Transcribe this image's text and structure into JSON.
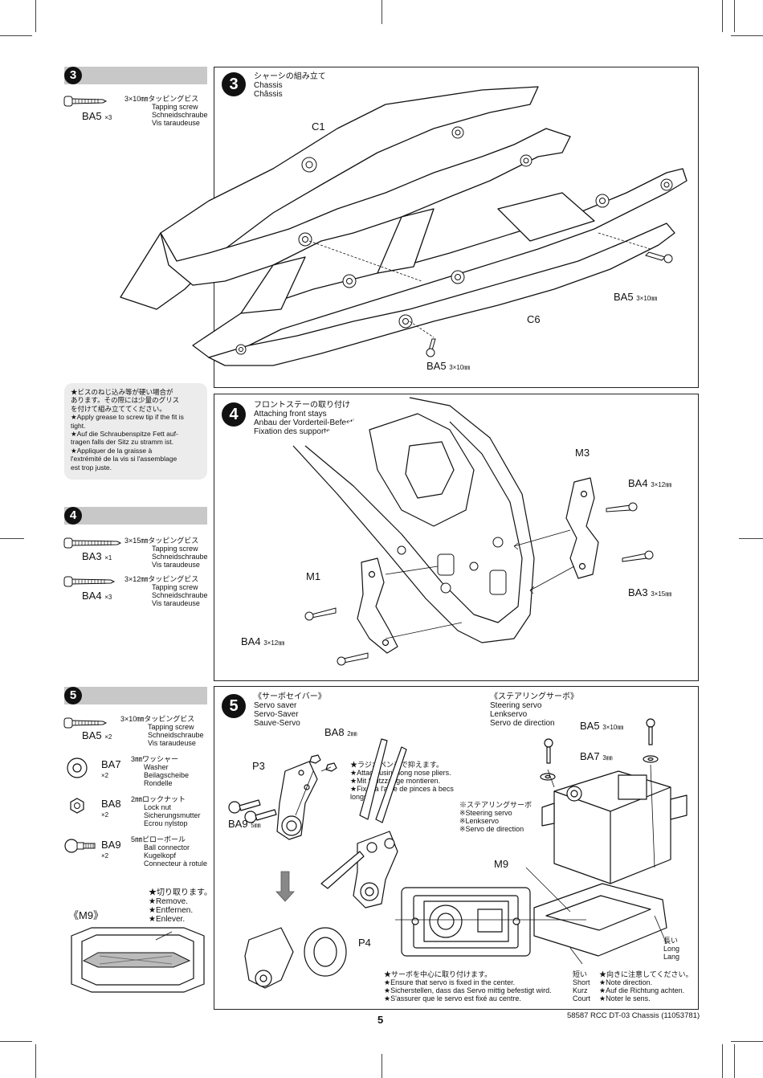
{
  "step3": {
    "num": "3",
    "title_jp": "シャーシの組み立て",
    "title_en": "Chassis",
    "title_fr": "Châssis",
    "part_c1": "C1",
    "part_c6": "C6",
    "callout_right": "BA5",
    "callout_right_size": "3×10㎜",
    "callout_bottom": "BA5",
    "callout_bottom_size": "3×10㎜",
    "bag": {
      "code": "BA5",
      "qty": "×3",
      "size_jp": "3×10㎜タッピングビス",
      "en": "Tapping screw",
      "de": "Schneidschraube",
      "fr": "Vis taraudeuse"
    }
  },
  "grease_note": [
    "★ビスのねじ込み等が硬い場合が",
    "あります。その際には少量のグリス",
    "を付けて組み立ててください。",
    "★Apply grease to screw tip if the fit is",
    "tight.",
    "★Auf die Schraubenspitze Fett auf-",
    "tragen falls der Sitz zu stramm ist.",
    "★Appliquer de la graisse à",
    "l'extrémité de la vis si l'assemblage",
    "est trop juste."
  ],
  "step4": {
    "num": "4",
    "title_jp": "フロントステーの取り付け",
    "title_en": "Attaching front stays",
    "title_de": "Anbau der Vorderteil-Befestigung",
    "title_fr": "Fixation des supports avant",
    "part_m3": "M3",
    "part_m1": "M1",
    "callout_ba4_top": "BA4",
    "callout_ba4_top_size": "3×12㎜",
    "callout_ba3": "BA3",
    "callout_ba3_size": "3×15㎜",
    "callout_ba4_bottom": "BA4",
    "callout_ba4_bottom_size": "3×12㎜",
    "bags": [
      {
        "code": "BA3",
        "qty": "×1",
        "size_jp": "3×15㎜タッピングビス",
        "en": "Tapping screw",
        "de": "Schneidschraube",
        "fr": "Vis taraudeuse"
      },
      {
        "code": "BA4",
        "qty": "×3",
        "size_jp": "3×12㎜タッピングビス",
        "en": "Tapping screw",
        "de": "Schneidschraube",
        "fr": "Vis taraudeuse"
      }
    ]
  },
  "step5": {
    "num": "5",
    "saver_jp": "《サーボセイバー》",
    "saver_en": "Servo saver",
    "saver_de": "Servo-Saver",
    "saver_fr": "Sauve-Servo",
    "servo_jp": "《ステアリングサーボ》",
    "servo_en": "Steering servo",
    "servo_de": "Lenkservo",
    "servo_fr": "Servo de direction",
    "part_p3": "P3",
    "part_p4": "P4",
    "part_m9": "M9",
    "callout_ba8": "BA8",
    "callout_ba8_size": "2㎜",
    "callout_ba9": "BA9",
    "callout_ba9_size": "5㎜",
    "callout_ba5": "BA5",
    "callout_ba5_size": "3×10㎜",
    "callout_ba7": "BA7",
    "callout_ba7_size": "3㎜",
    "pliers_note": [
      "★ラジオペンチで抑えます。",
      "★Attach using long nose pliers.",
      "★Mit Spitzzange montieren.",
      "★Fixer à l'aide de pinces à becs",
      "longs."
    ],
    "servo_note": [
      "※ステアリングサーボ",
      "※Steering servo",
      "※Lenkservo",
      "※Servo de direction"
    ],
    "center_note": [
      "★サーボを中心に取り付けます。",
      "★Ensure that servo is fixed in the center.",
      "★Sicherstellen, dass das Servo mittig befestigt wird.",
      "★S'assurer que le servo est fixé au centre."
    ],
    "long_jp": "長い",
    "long_en": "Long",
    "long_de": "Lang",
    "short_jp": "短い",
    "short_en": "Short",
    "short_de": "Kurz",
    "short_fr": "Court",
    "direction_note": [
      "★向きに注意してください。",
      "★Note direction.",
      "★Auf die Richtung achten.",
      "★Noter le sens."
    ],
    "bags": [
      {
        "code": "BA5",
        "qty": "×2",
        "size_jp": "3×10㎜タッピングビス",
        "en": "Tapping screw",
        "de": "Schneidschraube",
        "fr": "Vis taraudeuse"
      },
      {
        "code": "BA7",
        "qty": "×2",
        "size_jp": "3㎜ワッシャー",
        "en": "Washer",
        "de": "Beilagscheibe",
        "fr": "Rondelle"
      },
      {
        "code": "BA8",
        "qty": "×2",
        "size_jp": "2㎜ロックナット",
        "en": "Lock nut",
        "de": "Sicherungsmutter",
        "fr": "Ecrou nylstop"
      },
      {
        "code": "BA9",
        "qty": "×2",
        "size_jp": "5㎜ピローボール",
        "en": "Ball connector",
        "de": "Kugelkopf",
        "fr": "Connecteur à rotule"
      }
    ]
  },
  "m9_cut": {
    "title": "《M9》",
    "remove_jp": "★切り取ります。",
    "remove_en": "★Remove.",
    "remove_de": "★Entfernen.",
    "remove_fr": "★Enlever."
  },
  "footer": {
    "page": "5",
    "ref": "58587 RCC DT-03 Chassis (11053781)"
  }
}
